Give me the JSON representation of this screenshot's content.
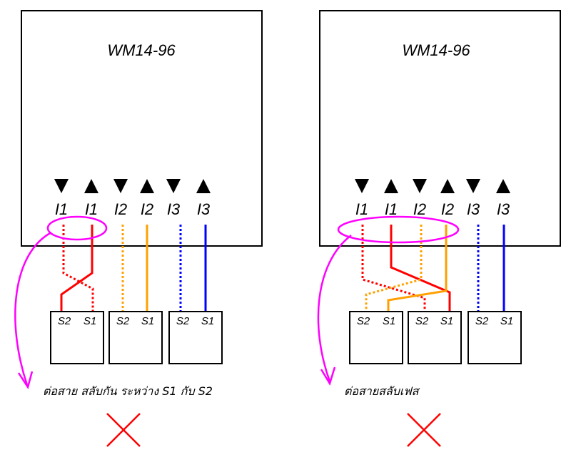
{
  "colors": {
    "phase1": "#ff0000",
    "phase2": "#ffa000",
    "phase3": "#0000ff",
    "highlight": "#ff00ff",
    "cross": "#ff0000"
  },
  "panels": [
    {
      "device_name": "WM14-96",
      "terminals": [
        "I1",
        "I1",
        "I2",
        "I2",
        "I3",
        "I3"
      ],
      "ct_blocks": [
        {
          "s2": "S2",
          "s1": "S1"
        },
        {
          "s2": "S2",
          "s1": "S1"
        },
        {
          "s2": "S2",
          "s1": "S1"
        }
      ],
      "caption": "ต่อสาย สลับกัน ระหว่าง S1 กับ S2",
      "status_icon": "cross-icon"
    },
    {
      "device_name": "WM14-96",
      "terminals": [
        "I1",
        "I1",
        "I2",
        "I2",
        "I3",
        "I3"
      ],
      "ct_blocks": [
        {
          "s2": "S2",
          "s1": "S1"
        },
        {
          "s2": "S2",
          "s1": "S1"
        },
        {
          "s2": "S2",
          "s1": "S1"
        }
      ],
      "caption": "ต่อสายสลับเฟส",
      "status_icon": "cross-icon"
    }
  ]
}
